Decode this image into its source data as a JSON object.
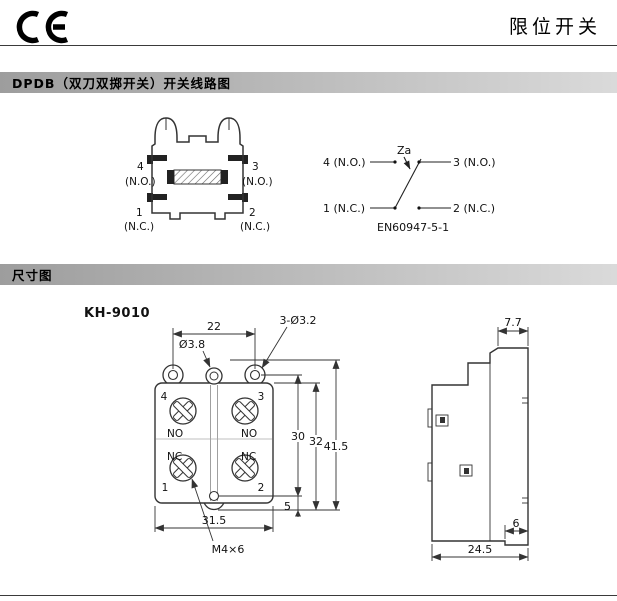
{
  "header": {
    "product_title": "限位开关",
    "ce_mark": "CE"
  },
  "colors": {
    "section_bar": "#b0b0b0",
    "line": "#333333"
  },
  "wiring_section": {
    "bar_title": "DPDB（双刀双掷开关）开关线路图",
    "housing": {
      "terminal_4": "4",
      "terminal_4_type": "(N.O.)",
      "terminal_3": "3",
      "terminal_3_type": "(N.O.)",
      "terminal_1": "1",
      "terminal_1_type": "(N.C.)",
      "terminal_2": "2",
      "terminal_2_type": "(N.C.)"
    },
    "schematic": {
      "top_left": "4 (N.O.)",
      "top_right": "3 (N.O.)",
      "bottom_left": "1 (N.C.)",
      "bottom_right": "2 (N.C.)",
      "actuator_label": "Za",
      "standard": "EN60947-5-1"
    }
  },
  "dimension_section": {
    "bar_title": "尺寸图",
    "model": "KH-9010",
    "front": {
      "hole_spacing": "22",
      "plunger_dia": "Ø3.8",
      "mount_holes": "3-Ø3.2",
      "hole_span_v": "30",
      "body_height": "32",
      "total_height": "41.5",
      "bottom_offset": "5",
      "body_width": "31.5",
      "screw_spec": "M4×6",
      "t4": "4",
      "t3": "3",
      "t1": "1",
      "t2": "2",
      "no_left": "NO",
      "no_right": "NO",
      "nc_left": "NC",
      "nc_right": "NC"
    },
    "side": {
      "top_depth": "7.7",
      "foot_depth": "6",
      "total_depth": "24.5"
    }
  }
}
